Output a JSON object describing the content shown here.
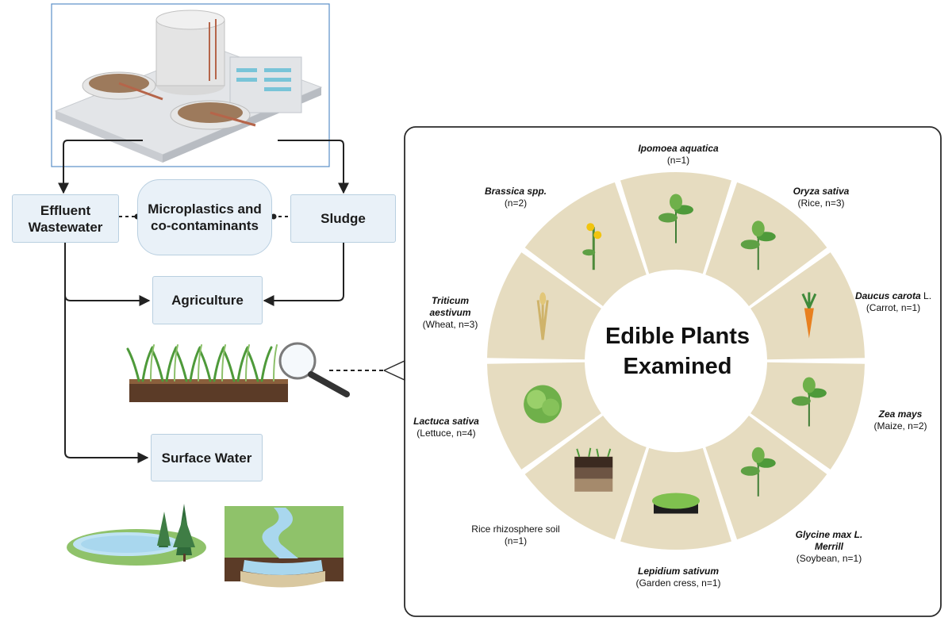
{
  "flow": {
    "effluent": "Effluent Wastewater",
    "microplastics": "Microplastics and co-contaminants",
    "sludge": "Sludge",
    "agriculture": "Agriculture",
    "surface_water": "Surface Water"
  },
  "wheel": {
    "title": "Edible Plants Examined",
    "plants": [
      {
        "sci": "Ipomoea aquatica",
        "note": "(n=1)"
      },
      {
        "sci": "Oryza sativa",
        "note": "(Rice, n=3)"
      },
      {
        "sci": "Daucus carota",
        "suffix": "L.",
        "note": "(Carrot, n=1)"
      },
      {
        "sci": "Zea mays",
        "note": "(Maize, n=2)"
      },
      {
        "sci": "Glycine max L. Merrill",
        "note": "(Soybean, n=1)"
      },
      {
        "sci": "Lepidium sativum",
        "note": "(Garden cress, n=1)"
      },
      {
        "plain": "Rice rhizosphere soil",
        "note": "(n=1)"
      },
      {
        "sci": "Lactuca sativa",
        "note": "(Lettuce, n=4)"
      },
      {
        "sci": "Triticum aestivum",
        "note": "(Wheat, n=3)"
      },
      {
        "sci": "Brassica spp.",
        "note": "(n=2)"
      }
    ]
  },
  "colors": {
    "box_fill": "#e9f1f8",
    "box_border": "#b9cfe0",
    "wheel_segment": "#e6dcc0",
    "panel_border": "#2b2b2b",
    "water": "#a9d7ee",
    "grass": "#8fc26a",
    "soil": "#6b4a33"
  }
}
